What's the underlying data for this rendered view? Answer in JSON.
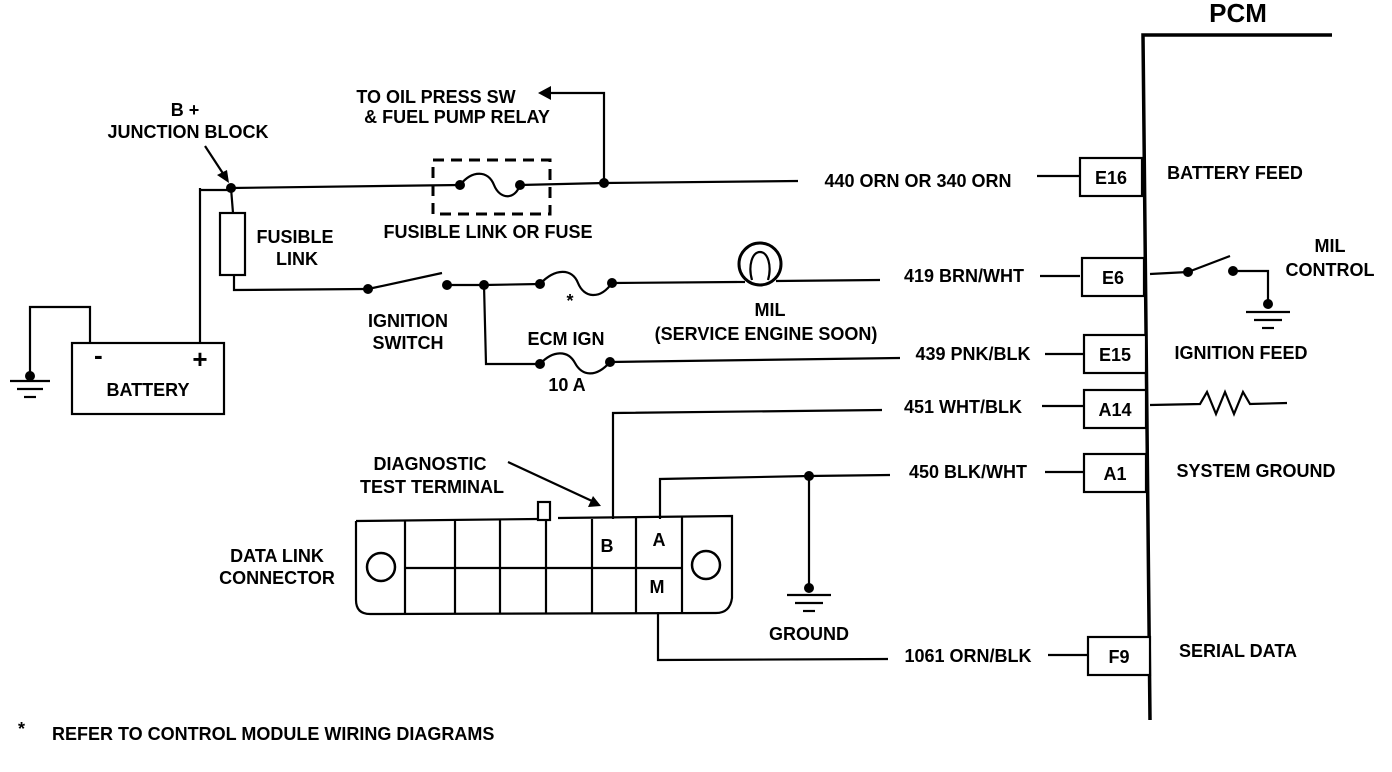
{
  "pcm": {
    "title": "PCM"
  },
  "pins": [
    {
      "id": "E16",
      "function": "BATTERY FEED"
    },
    {
      "id": "E6",
      "function": ""
    },
    {
      "id": "E15",
      "function": "IGNITION FEED"
    },
    {
      "id": "A14",
      "function": ""
    },
    {
      "id": "A1",
      "function": "SYSTEM GROUND"
    },
    {
      "id": "F9",
      "function": "SERIAL DATA"
    }
  ],
  "wires": {
    "e16": "440 ORN OR 340 ORN",
    "e6": "419 BRN/WHT",
    "e15": "439 PNK/BLK",
    "a14": "451 WHT/BLK",
    "a1": "450 BLK/WHT",
    "f9": "1061 ORN/BLK"
  },
  "labels": {
    "junction_line1": "B +",
    "junction_line2": "JUNCTION BLOCK",
    "oil_line1": "TO OIL PRESS SW",
    "oil_line2": "& FUEL PUMP RELAY",
    "fusible_link_or_fuse": "FUSIBLE LINK OR FUSE",
    "fusible_line1": "FUSIBLE",
    "fusible_line2": "LINK",
    "ign_line1": "IGNITION",
    "ign_line2": "SWITCH",
    "ecm_ign": "ECM IGN",
    "fuse_rating": "10 A",
    "asterisk": "*",
    "mil": "MIL",
    "mil_desc": "(SERVICE ENGINE SOON)",
    "mil_ctrl_line1": "MIL",
    "mil_ctrl_line2": "CONTROL",
    "battery": "BATTERY",
    "battery_neg": "-",
    "battery_pos": "+",
    "diag_line1": "DIAGNOSTIC",
    "diag_line2": "TEST TERMINAL",
    "dlc_line1": "DATA LINK",
    "dlc_line2": "CONNECTOR",
    "dlc_b": "B",
    "dlc_a": "A",
    "dlc_m": "M",
    "ground": "GROUND",
    "footnote_mark": "*",
    "footnote": "REFER TO CONTROL MODULE WIRING DIAGRAMS"
  }
}
